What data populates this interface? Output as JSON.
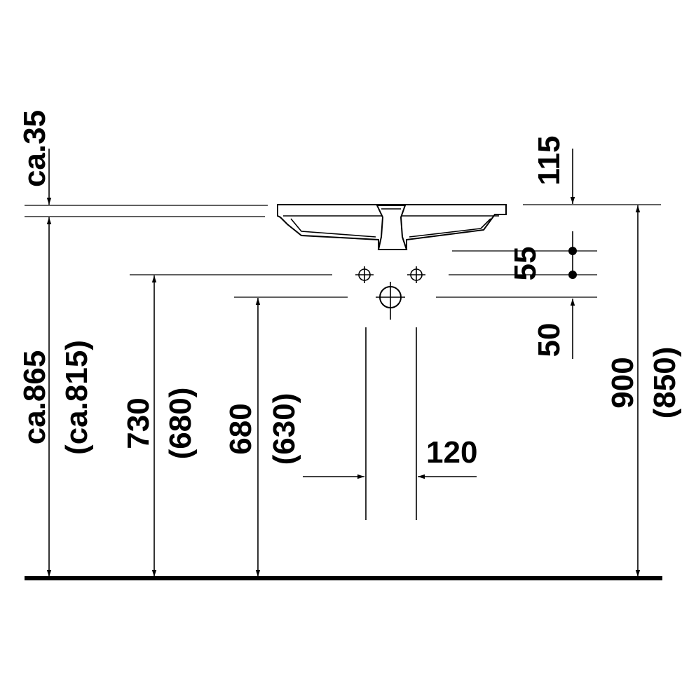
{
  "dimensions": {
    "ca35": "ca.35",
    "ca865": "ca.865",
    "ca815": "(ca.815)",
    "d730": "730",
    "d680a": "(680)",
    "d680": "680",
    "d630": "(630)",
    "d120": "120",
    "d115": "115",
    "d55": "55",
    "d50": "50",
    "d900": "900",
    "d850": "(850)"
  },
  "colors": {
    "line": "#000000",
    "background": "#ffffff"
  }
}
